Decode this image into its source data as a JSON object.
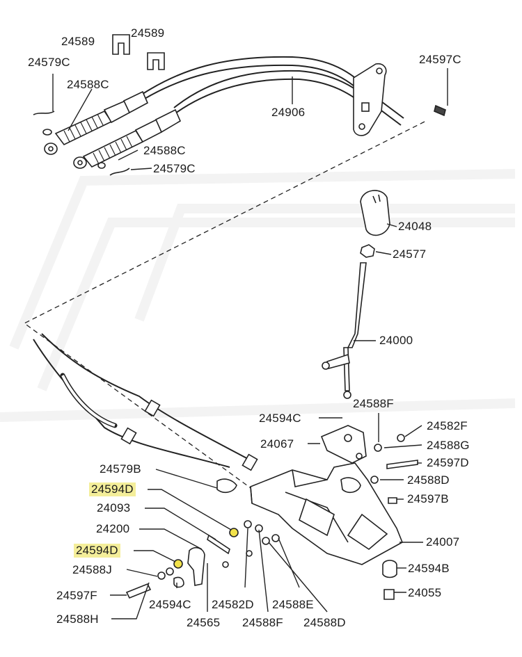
{
  "diagram": {
    "title": "",
    "highlight_color": "#f4ee9a",
    "line_color": "#1a1a1a",
    "labels": {
      "l01": "24589",
      "l02": "24589",
      "l03": "24579C",
      "l04": "24588C",
      "l05": "24906",
      "l06": "24597C",
      "l07": "24588C",
      "l08": "24579C",
      "l09": "24048",
      "l10": "24577",
      "l11": "24000",
      "l12": "24588F",
      "l13": "24594C",
      "l14": "24582F",
      "l15": "24067",
      "l16": "24588G",
      "l17": "24597D",
      "l18": "24579B",
      "l19": "24588D",
      "l20": "24594D",
      "l21": "24597B",
      "l22": "24093",
      "l23": "24200",
      "l24": "24007",
      "l25": "24594D",
      "l26": "24594B",
      "l27": "24588J",
      "l28": "24597F",
      "l29": "24055",
      "l30": "24594C",
      "l31": "24582D",
      "l32": "24588E",
      "l33": "24588H",
      "l34": "24565",
      "l35": "24588F",
      "l36": "24588D"
    }
  }
}
